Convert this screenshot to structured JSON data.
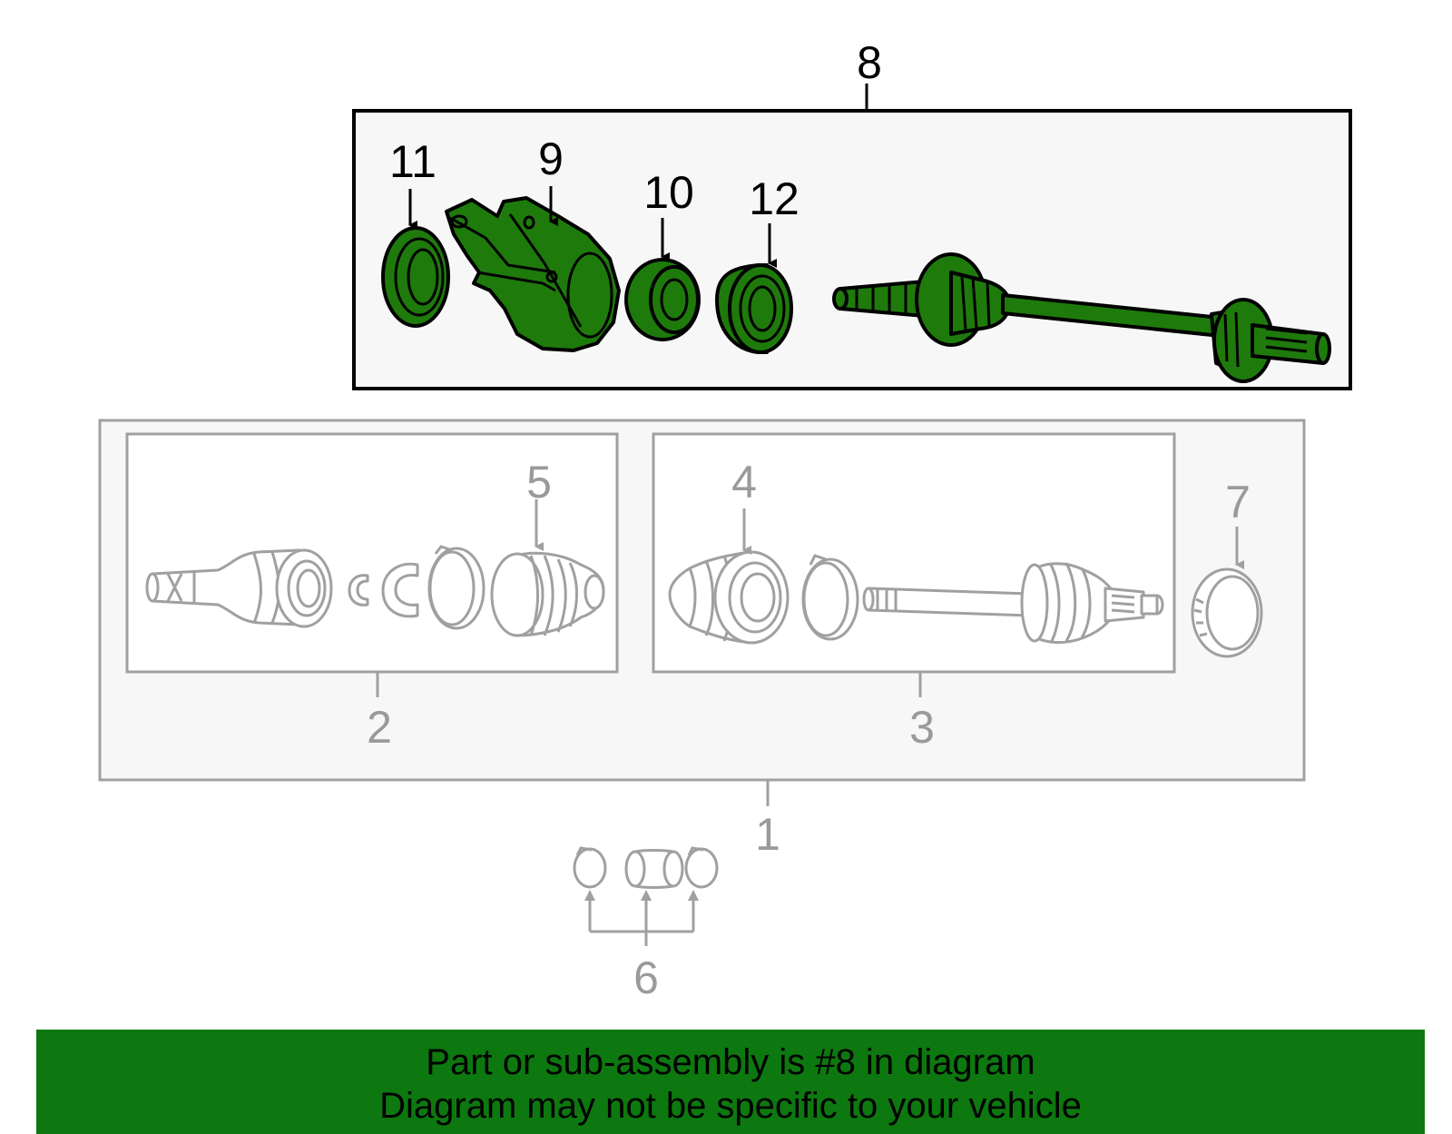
{
  "colors": {
    "highlight_fill": "#1f7a0c",
    "banner_bg": "#0d780f",
    "grey_line": "#a0a0a0",
    "panel_bg": "#f7f7f7"
  },
  "callouts": {
    "c1": "1",
    "c2": "2",
    "c3": "3",
    "c4": "4",
    "c5": "5",
    "c6": "6",
    "c7": "7",
    "c8": "8",
    "c9": "9",
    "c10": "10",
    "c11": "11",
    "c12": "12"
  },
  "banner": {
    "line1": "Part or sub-assembly is #8 in diagram",
    "line2": "Diagram may not be specific to your vehicle"
  }
}
